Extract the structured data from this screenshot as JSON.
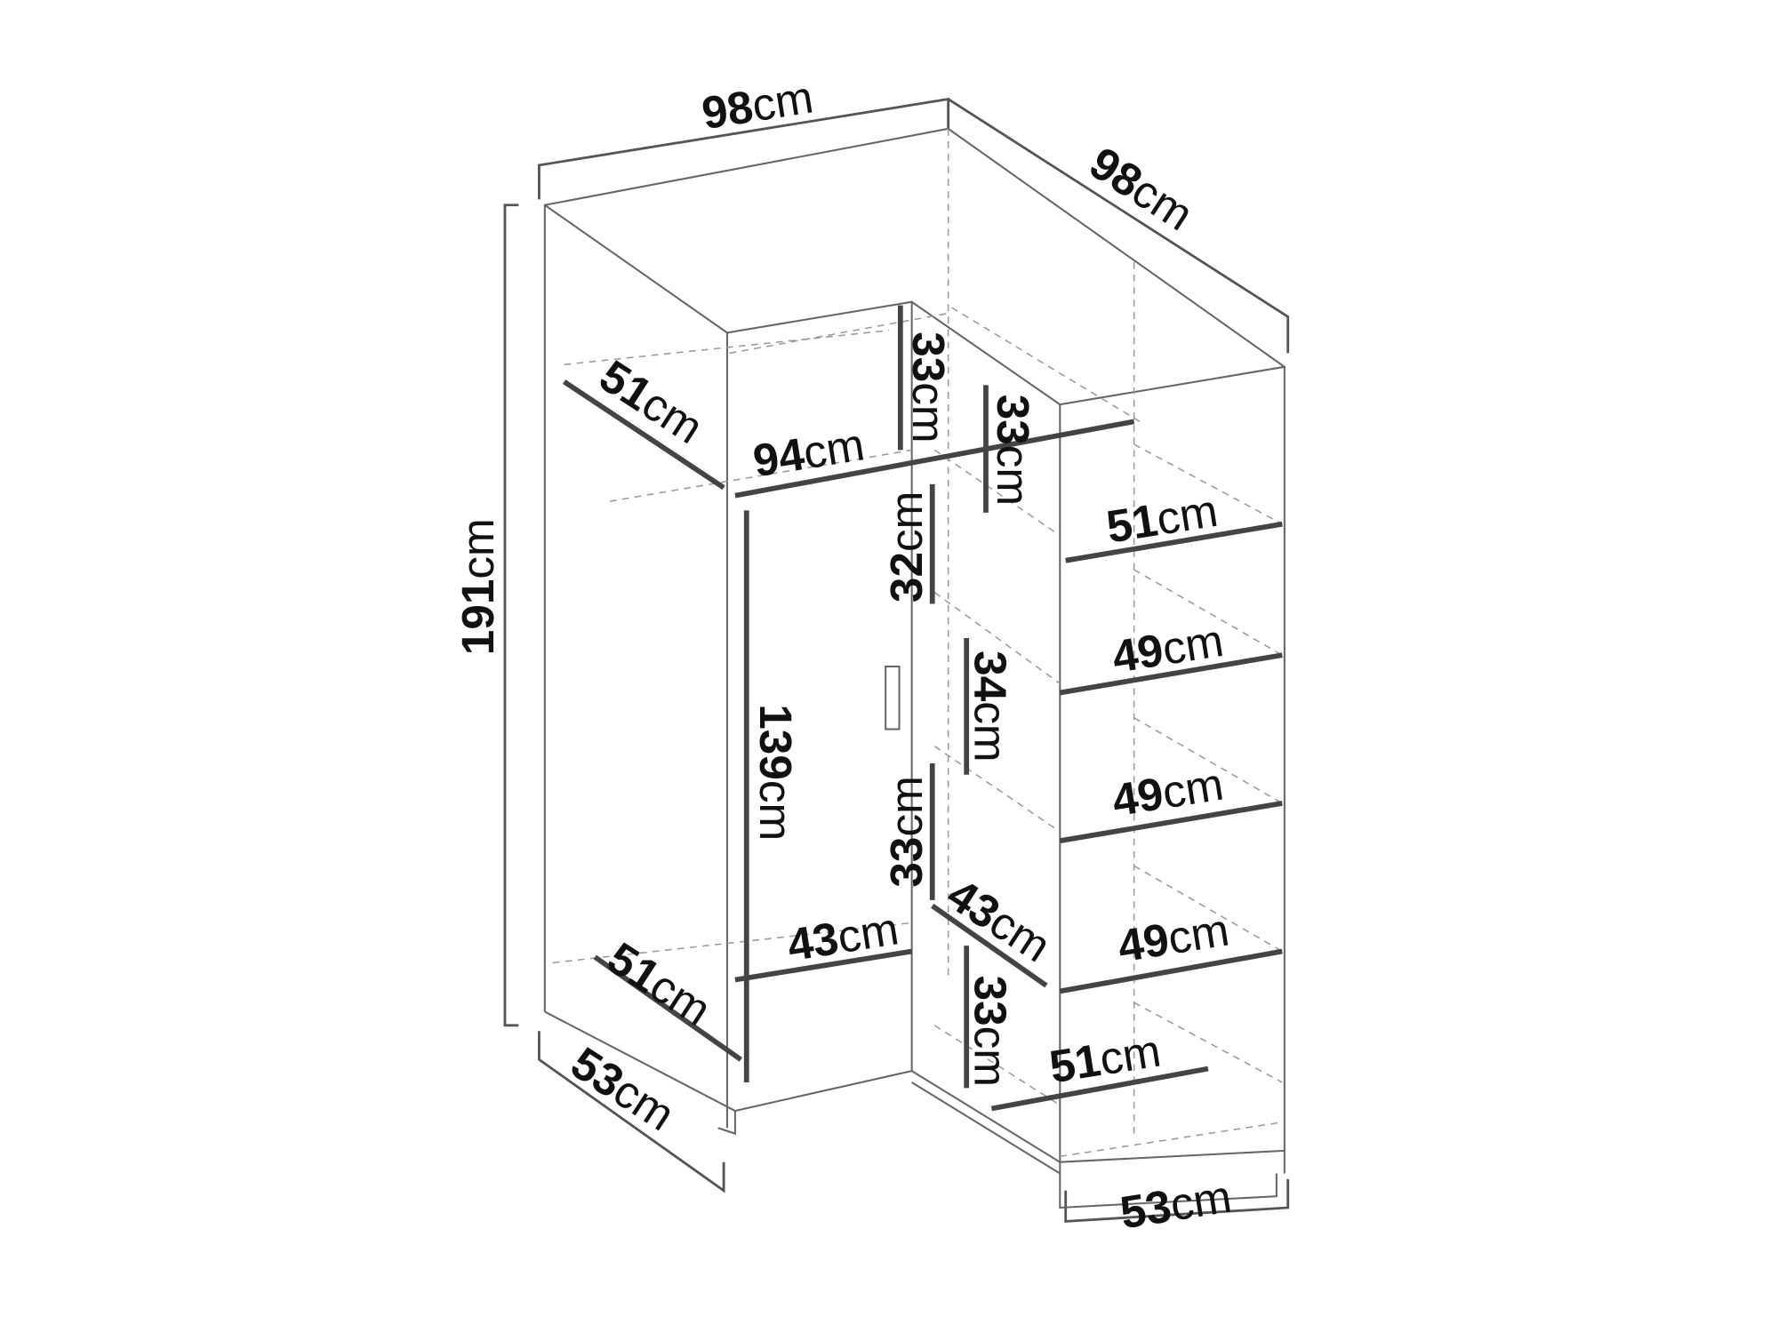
{
  "unit": "cm",
  "labels": {
    "top_width": "98",
    "right_width": "98",
    "height": "191",
    "top_left_depth": "51",
    "top_inner_width": "94",
    "top_center_height": "33",
    "top_right_height": "33",
    "shelf_right_1": "51",
    "left_compartment_1": "32",
    "shelf_right_2": "49",
    "left_compartment_2": "34",
    "hanging_height": "139",
    "shelf_right_3": "49",
    "left_compartment_3": "33",
    "bottom_inner_width": "43",
    "bottom_inner_diag": "43",
    "shelf_right_4": "49",
    "bottom_left_depth": "51",
    "bottom_compartment": "33",
    "bottom_right_depth": "51",
    "base_left_depth": "53",
    "base_right_width": "53"
  }
}
